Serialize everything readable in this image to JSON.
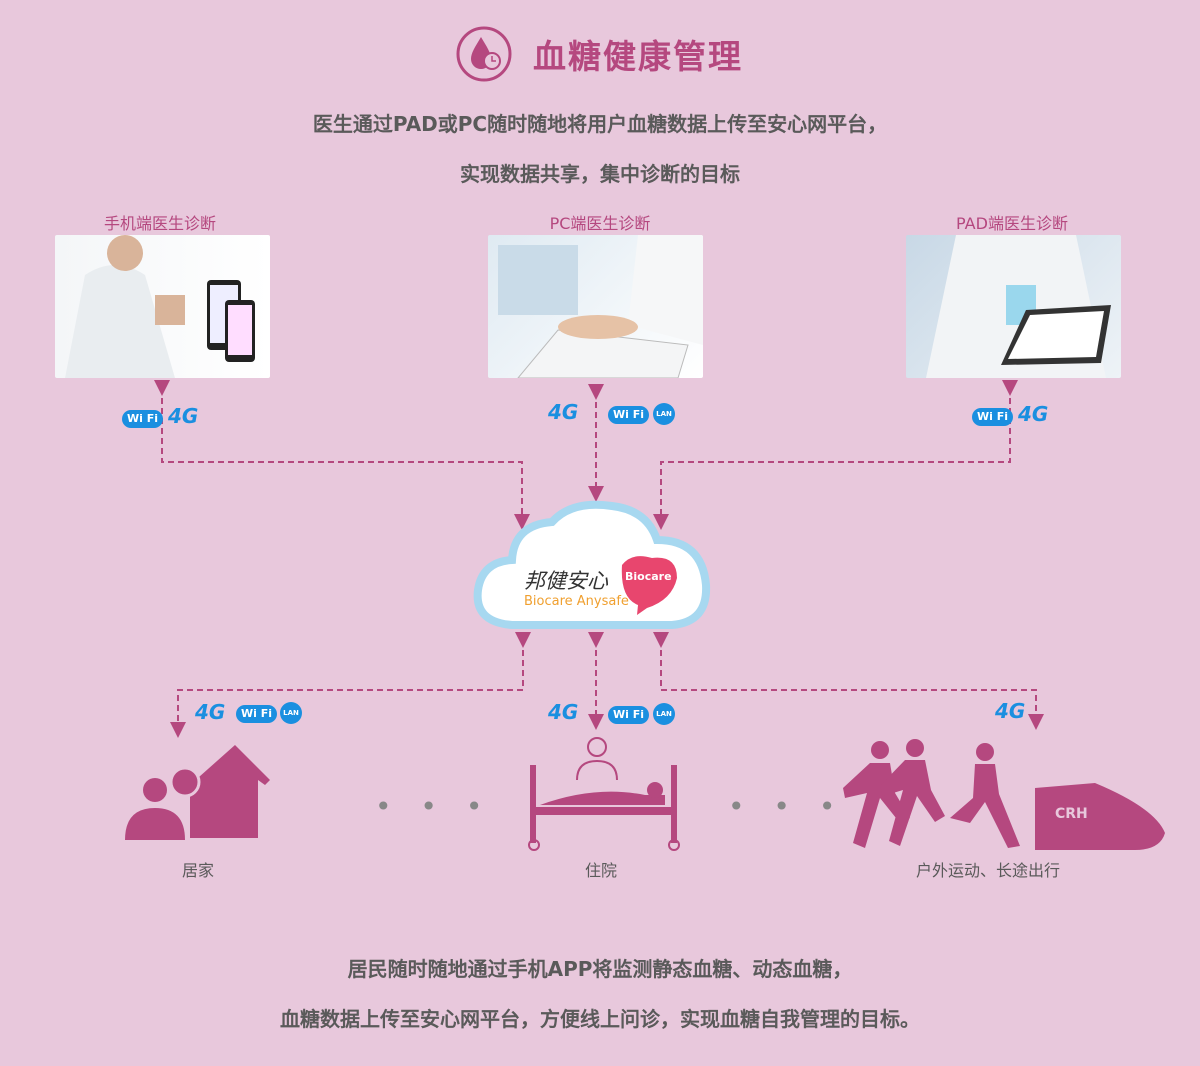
{
  "header": {
    "title": "血糖健康管理",
    "subtitle_line1": "医生通过PAD或PC随时随地将用户血糖数据上传至安心网平台，",
    "subtitle_line2": "实现数据共享，集中诊断的目标"
  },
  "doctors": [
    {
      "label": "手机端医生诊断"
    },
    {
      "label": "PC端医生诊断"
    },
    {
      "label": "PAD端医生诊断"
    }
  ],
  "network": {
    "wifi": "Wi Fi",
    "g4": "4G",
    "lan": "LAN"
  },
  "cloud": {
    "brand_cn": "邦健安心",
    "brand_en": "Biocare Anysafe",
    "logo_text": "Biocare"
  },
  "scenes": [
    {
      "label": "居家"
    },
    {
      "label": "住院"
    },
    {
      "label": "户外运动、长途出行"
    }
  ],
  "train_text": "CRH",
  "ellipsis": "• • •",
  "footer": {
    "line1": "居民随时随地通过手机APP将监测静态血糖、动态血糖，",
    "line2": "血糖数据上传至安心网平台，方便线上问诊，实现血糖自我管理的目标。"
  },
  "colors": {
    "accent": "#b5487f",
    "background": "#e8c8dc",
    "network_blue": "#1a8fe0"
  }
}
